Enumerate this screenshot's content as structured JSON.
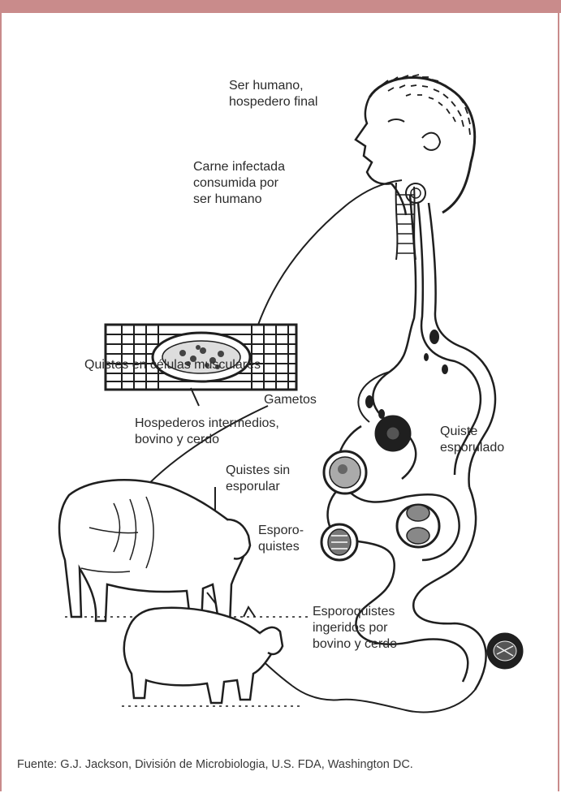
{
  "labels": {
    "human": "Ser humano,\nhospedero final",
    "infected_meat": "Carne infectada\nconsumida por\nser humano",
    "muscle_cysts": "Quistes en células musculares",
    "gametes": "Gametos",
    "intermediate_hosts": "Hospederos intermedios,\nbovino y cerdo",
    "sporulated_cyst": "Quiste\nesporulado",
    "unsporulated_cysts": "Quistes sin\nesporular",
    "sporocysts": "Esporo-\nquistes",
    "ingested_sporocysts": "Esporoquistes\ningeridos por\nbovino y cerdo"
  },
  "source": "Fuente: G.J. Jackson, División de Microbiologia, U.S. FDA, Washington DC.",
  "colors": {
    "accent": "#c98b8b",
    "ink": "#1f1f1f"
  }
}
